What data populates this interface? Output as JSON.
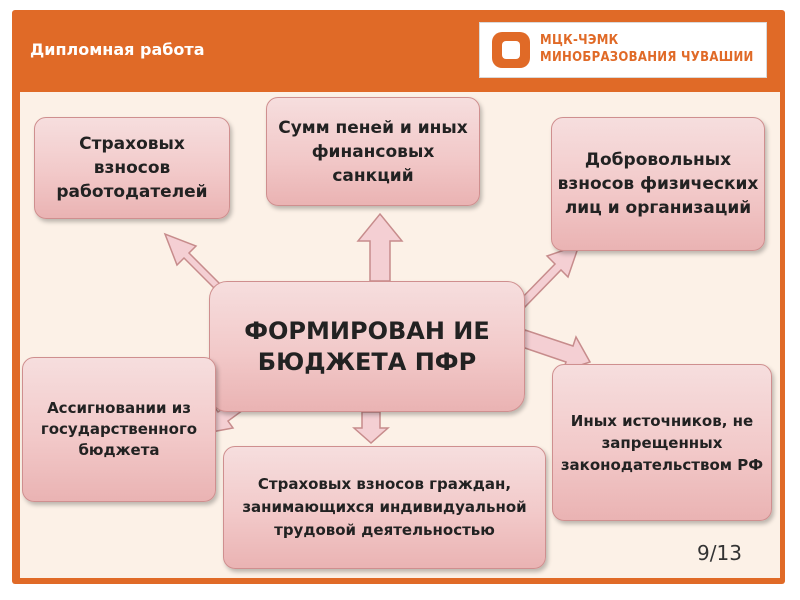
{
  "header": {
    "title": "Дипломная работа",
    "logo": {
      "line1": "МЦК-ЧЭМК",
      "line2": "МИНОБРАЗОВАНИЯ ЧУВАШИИ",
      "icon": "square-ring-logo-icon",
      "color": "#e06a27"
    }
  },
  "diagram": {
    "center": "ФОРМИРОВАН ИЕ БЮДЖЕТА ПФР",
    "sources": {
      "employer_contributions": "Страховых взносов работодателей",
      "penalties": "Сумм пеней и иных финансовых санкций",
      "voluntary_contributions": "Добровольных взносов физических лиц и организаций",
      "state_budget": "Ассигновании из государственного бюджета",
      "self_employed_contributions": "Страховых взносов граждан, занимающихся индивидуальной трудовой деятельностью",
      "other_sources": "Иных источников, не запрещенных законодательством РФ"
    }
  },
  "slide": {
    "page": "9/13"
  },
  "colors": {
    "frame": "#e06a27",
    "content_bg": "#fcf1e7",
    "box_fill": "#f2c9c9",
    "arrow_fill": "#f4cfd3"
  }
}
